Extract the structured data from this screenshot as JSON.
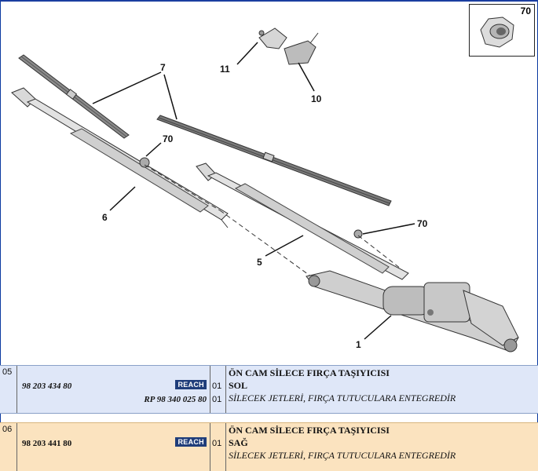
{
  "callouts": {
    "inset": "70",
    "c7": "7",
    "c11": "11",
    "c10": "10",
    "c70a": "70",
    "c6": "6",
    "c70b": "70",
    "c5": "5",
    "c1": "1"
  },
  "rows": [
    {
      "index": "05",
      "reference": "98 203 434 80",
      "alt_reference": "RP 98 340 025 80",
      "badge": "REACH",
      "qty1": "01",
      "qty2": "01",
      "title": "ÖN CAM SİLECE FIRÇA TAŞIYICISI",
      "side": "SOL",
      "note": "SİLECEK JETLERİ, FIRÇA TUTUCULARA ENTEGREDİR"
    },
    {
      "index": "06",
      "reference": "98 203 441 80",
      "badge": "REACH",
      "qty1": "01",
      "title": "ÖN CAM SİLECE FIRÇA TAŞIYICISI",
      "side": "SAĞ",
      "note": "SİLECEK JETLERİ, FIRÇA TUTUCULARA ENTEGREDİR"
    }
  ],
  "colors": {
    "row_blue": "#dfe7f8",
    "row_orange": "#fbe3bf",
    "badge": "#1f3d7a"
  }
}
